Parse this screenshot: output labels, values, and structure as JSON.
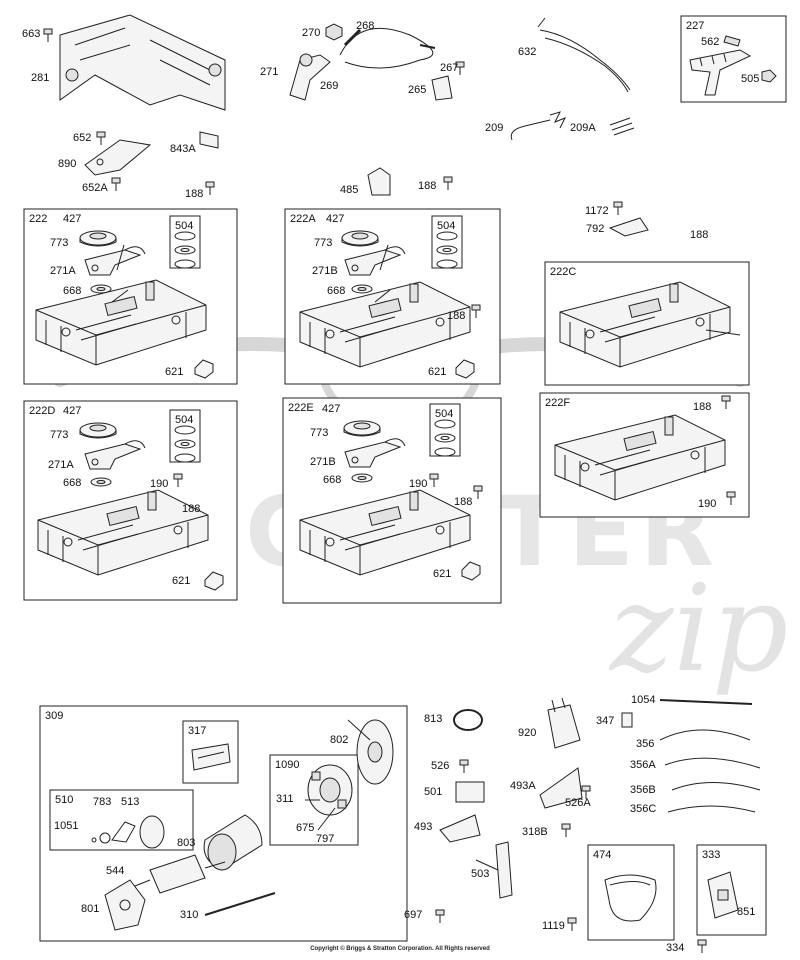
{
  "watermark": {
    "brand": "SCOOTER",
    "script": "zip"
  },
  "copyright": "Copyright © Briggs & Stratton Corporation. All Rights reserved",
  "boxes": {
    "b227": "227",
    "b222": "222",
    "b222A": "222A",
    "b222C": "222C",
    "b222D": "222D",
    "b222E": "222E",
    "b222F": "222F",
    "b504": "504",
    "b309": "309",
    "b317": "317",
    "b1090": "1090",
    "b510": "510",
    "b474": "474",
    "b333": "333"
  },
  "labels": {
    "p663": "663",
    "p281": "281",
    "p270": "270",
    "p268": "268",
    "p271": "271",
    "p269": "269",
    "p267": "267",
    "p265": "265",
    "p632": "632",
    "p562": "562",
    "p505": "505",
    "p209": "209",
    "p209A": "209A",
    "p652": "652",
    "p890": "890",
    "p843A": "843A",
    "p652A": "652A",
    "p188": "188",
    "p485": "485",
    "p1172": "1172",
    "p792": "792",
    "p427": "427",
    "p773": "773",
    "p271A": "271A",
    "p271B": "271B",
    "p668": "668",
    "p621": "621",
    "p190": "190",
    "p1054": "1054",
    "p813": "813",
    "p920": "920",
    "p347": "347",
    "p802": "802",
    "p356": "356",
    "p356A": "356A",
    "p356B": "356B",
    "p356C": "356C",
    "p526": "526",
    "p493A": "493A",
    "p501": "501",
    "p526A": "526A",
    "p783": "783",
    "p513": "513",
    "p311": "311",
    "p1051": "1051",
    "p675": "675",
    "p797": "797",
    "p803": "803",
    "p493": "493",
    "p318B": "318B",
    "p544": "544",
    "p503": "503",
    "p801": "801",
    "p310": "310",
    "p697": "697",
    "p1119": "1119",
    "p851": "851",
    "p334": "334"
  }
}
